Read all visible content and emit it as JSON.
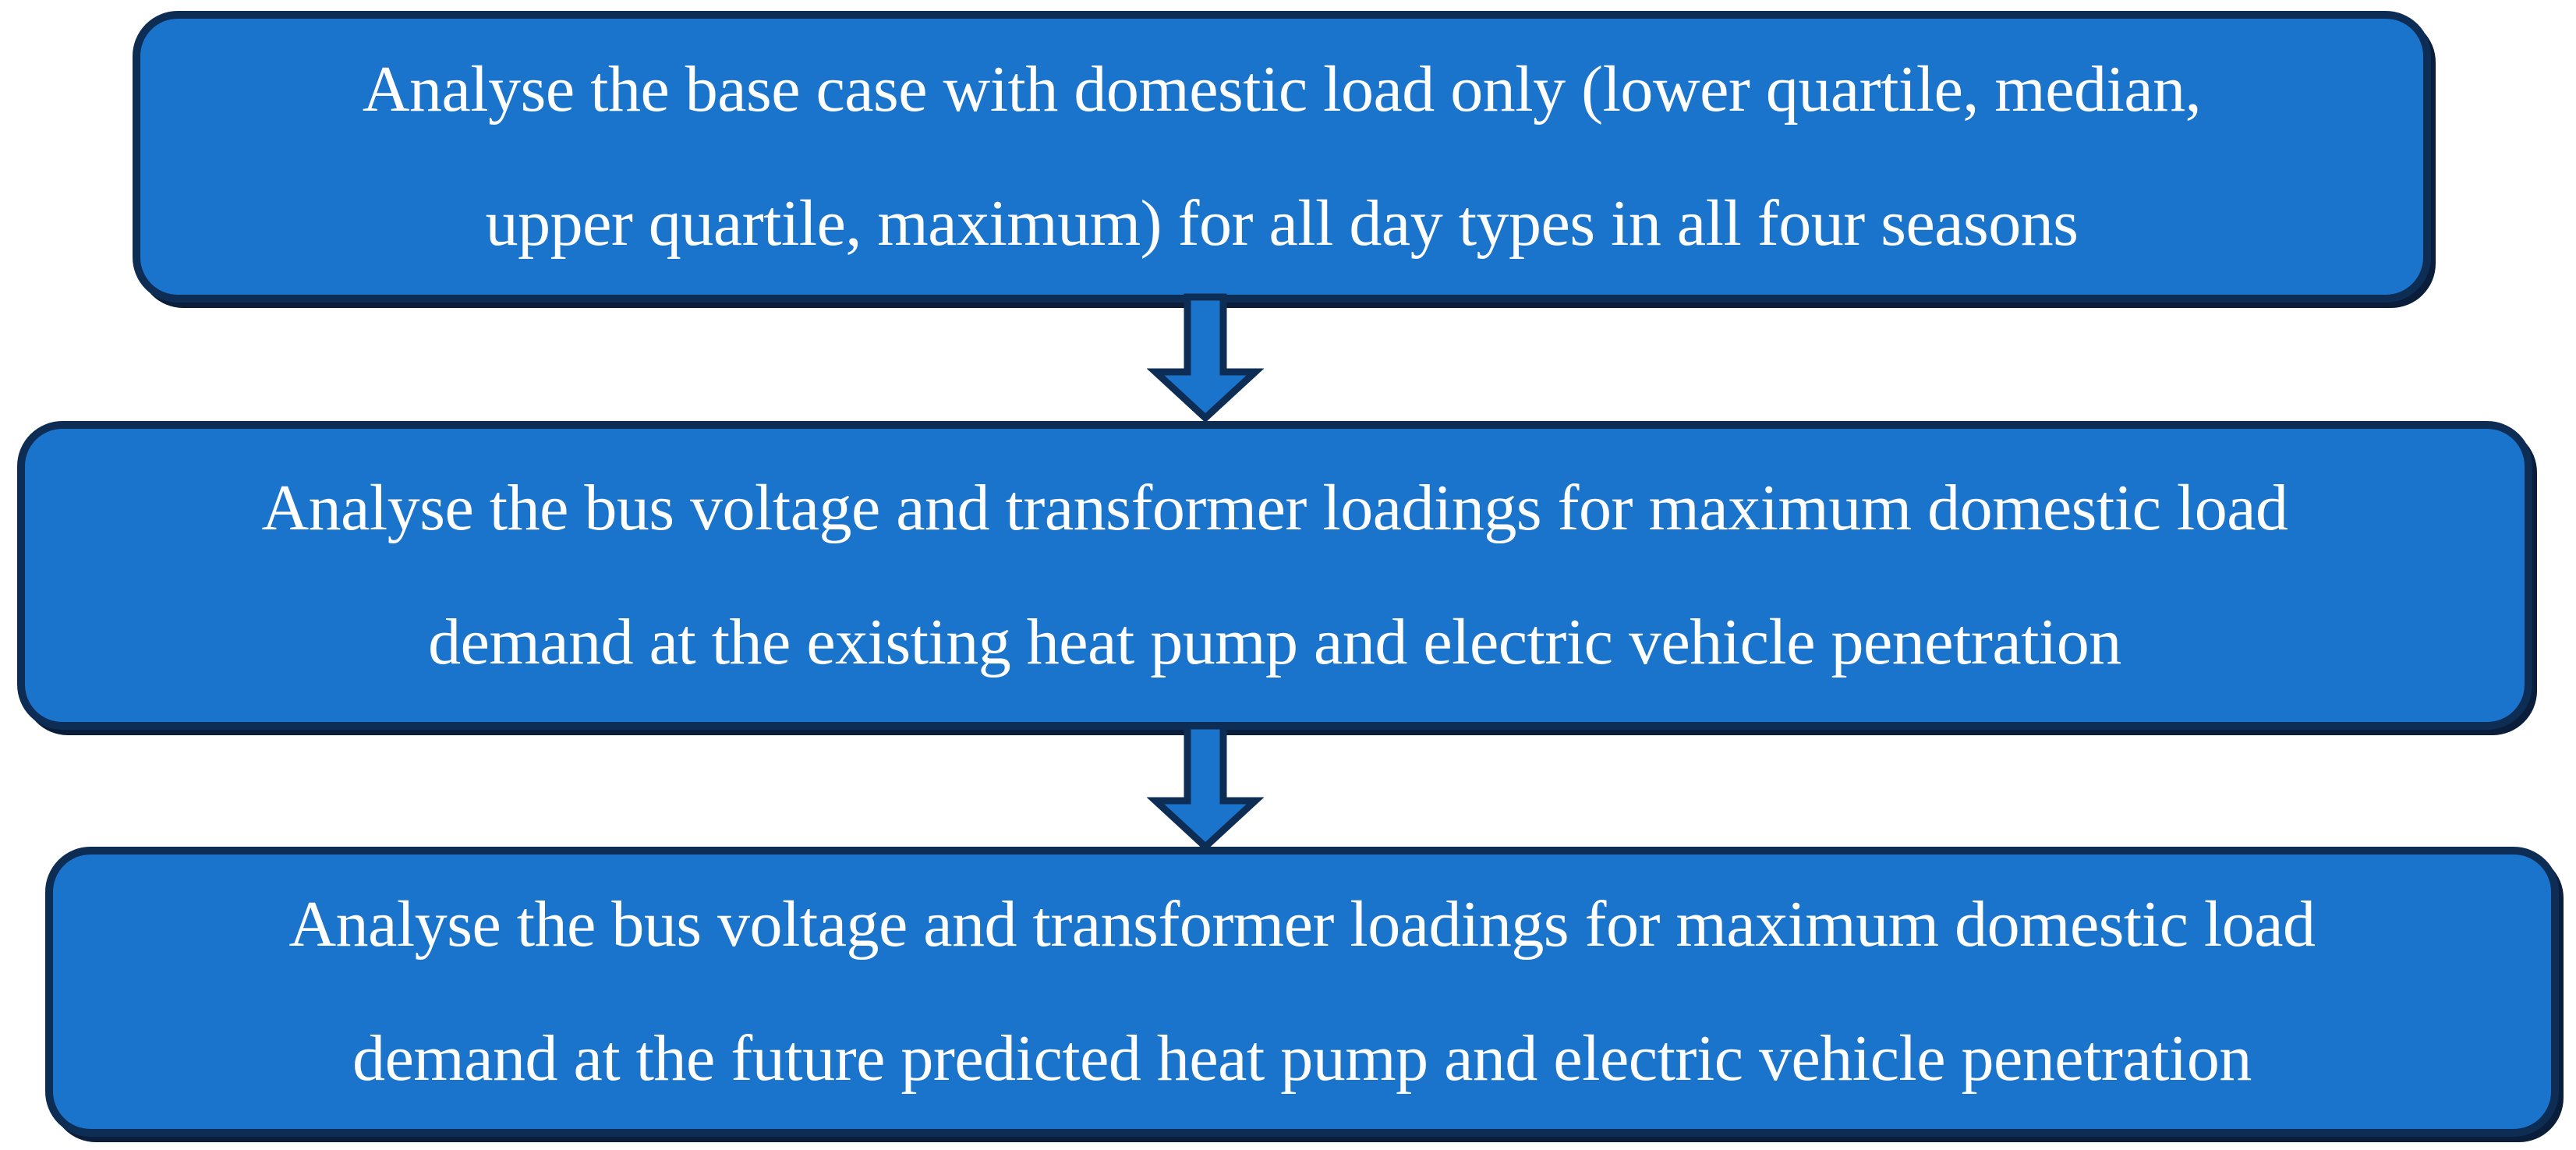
{
  "theme": {
    "background": "#FFFFFF",
    "box_fill": "#1B74CC",
    "box_border": "#0E2D55",
    "box_shadow": "#0A1E3C",
    "text_color": "#FFFFFF"
  },
  "flowchart": {
    "boxes": [
      {
        "id": "step-1",
        "line1": "Analyse the base case with domestic load only (lower quartile, median,",
        "line2": "upper quartile, maximum) for all day types in all four seasons"
      },
      {
        "id": "step-2",
        "line1": "Analyse the bus voltage and transformer loadings for maximum domestic load",
        "line2": "demand at the existing heat pump and electric vehicle penetration"
      },
      {
        "id": "step-3",
        "line1": "Analyse the bus voltage and transformer loadings for maximum domestic load",
        "line2": "demand at the future predicted heat pump and electric vehicle penetration"
      }
    ],
    "connectors": [
      {
        "icon": "down-arrow-icon"
      },
      {
        "icon": "down-arrow-icon"
      }
    ]
  }
}
